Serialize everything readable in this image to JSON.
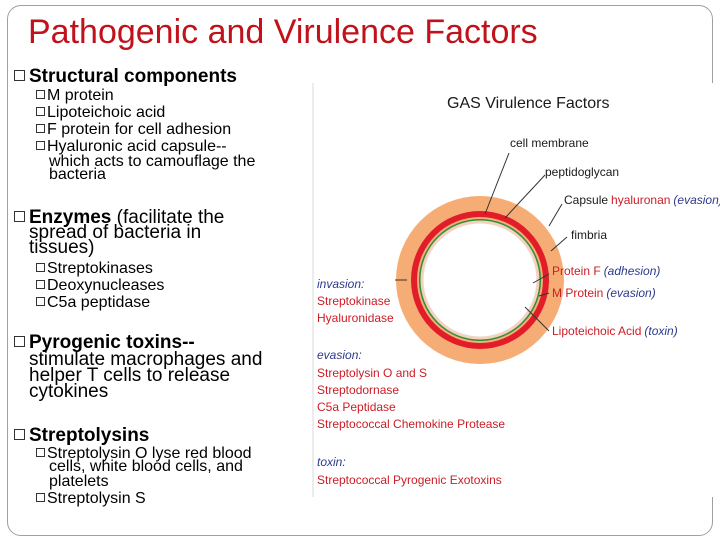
{
  "title": "Pathogenic and Virulence Factors",
  "sections": {
    "structural": {
      "heading": "Structural components",
      "items": [
        "M protein",
        "Lipoteichoic acid",
        "F protein for cell  adhesion",
        "Hyaluronic acid capsule--"
      ],
      "item4_cont1": "which acts to camouflage the",
      "item4_cont2": "bacteria"
    },
    "enzymes": {
      "heading": "Enzymes",
      "heading_rest": "(facilitate the",
      "cont1": "spread of bacteria in",
      "cont2": "tissues)",
      "items": [
        "Streptokinases",
        "Deoxynucleases",
        "C5a peptidase"
      ]
    },
    "pyrogenic": {
      "heading": "Pyrogenic toxins--",
      "cont1": "stimulate macrophages and",
      "cont2": "helper T cells to release",
      "cont3": "cytokines"
    },
    "streptolysins": {
      "heading": "Streptolysins",
      "item1": "Streptolysin O lyse red blood",
      "item1_cont1": "cells, white blood cells, and",
      "item1_cont2": "platelets",
      "item2": "Streptolysin S"
    }
  },
  "figure": {
    "title": "GAS Virulence Factors",
    "labels": {
      "cell_membrane": "cell membrane",
      "peptidoglycan": "peptidoglycan",
      "capsule": "Capsule",
      "hyaluronan": "hyaluronan",
      "evasion_tag": "(evasion)",
      "fimbria": "fimbria",
      "protein_f": "Protein F",
      "adhesion_tag": "(adhesion)",
      "m_protein": "M Protein",
      "lipoteichoic": "Lipoteichoic Acid",
      "toxin_tag": "(toxin)"
    },
    "invasion": {
      "heading": "invasion:",
      "items": [
        "Streptokinase",
        "Hyaluronidase"
      ]
    },
    "evasion": {
      "heading": "evasion:",
      "items": [
        "Streptolysin O and S",
        "Streptodornase",
        "C5a Peptidase",
        "Streptococcal Chemokine Protease"
      ]
    },
    "toxin": {
      "heading": "toxin:",
      "items": [
        "Streptococcal Pyrogenic Exotoxins"
      ]
    }
  },
  "colors": {
    "title": "#c0121b",
    "figure_title": "#1a1a1a",
    "figure_text": "#cc1d25",
    "figure_italic": "#2d3a8c",
    "capsule_fill": "#f6ad75",
    "membrane": "#f3d3c0"
  }
}
